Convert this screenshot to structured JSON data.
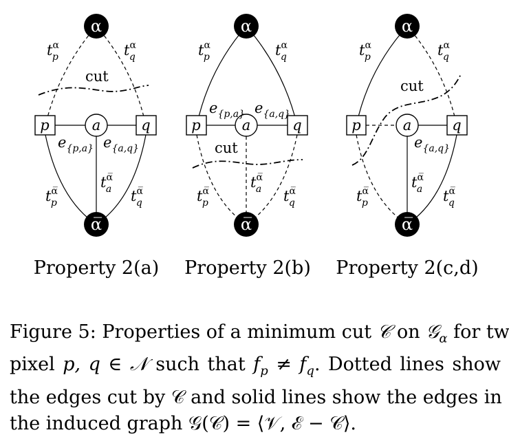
{
  "figure": {
    "nodes": {
      "alpha": "α",
      "alpha_bar": "α̅",
      "p": "p",
      "q": "q",
      "a": "a"
    },
    "edge_labels": {
      "tp_alpha": "t",
      "tp_alpha_sub": "p",
      "tp_alpha_sup": "α",
      "tq_alpha": "t",
      "tq_alpha_sub": "q",
      "tq_alpha_sup": "α",
      "tp_bar": "t",
      "tp_bar_sub": "p",
      "tp_bar_sup": "α̅",
      "tq_bar": "t",
      "tq_bar_sub": "q",
      "tq_bar_sup": "α̅",
      "ta_bar": "t",
      "ta_bar_sub": "a",
      "ta_bar_sup": "α̅",
      "e_pa": "e",
      "e_pa_sub": "{p,a}",
      "e_aq": "e",
      "e_aq_sub": "{a,q}",
      "cut": "cut"
    },
    "panels": [
      {
        "label": "Property 2(a)"
      },
      {
        "label": "Property 2(b)"
      },
      {
        "label": "Property 2(c,d)"
      }
    ]
  },
  "caption": {
    "line1_a": "Figure 5: Properties of a minimum cut ",
    "line1_C": "𝒞",
    "line1_b": " on ",
    "line1_G": "𝒢",
    "line1_Gsub": "α",
    "line1_c": " for two",
    "line2_a": "pixel ",
    "line2_pq": "p, q",
    "line2_b": " ∈ ",
    "line2_N": "𝒩",
    "line2_c": " such that ",
    "line2_f": "f",
    "line2_fsub_p": "p",
    "line2_neq": " ≠ ",
    "line2_f2": "f",
    "line2_fsub_q": "q",
    "line2_d": ".  Dotted lines show",
    "line3": "the edges cut by 𝒞 and solid lines show the edges in",
    "line4": "the induced graph 𝒢(𝒞) = ⟨𝒱, ℰ − 𝒞⟩."
  }
}
